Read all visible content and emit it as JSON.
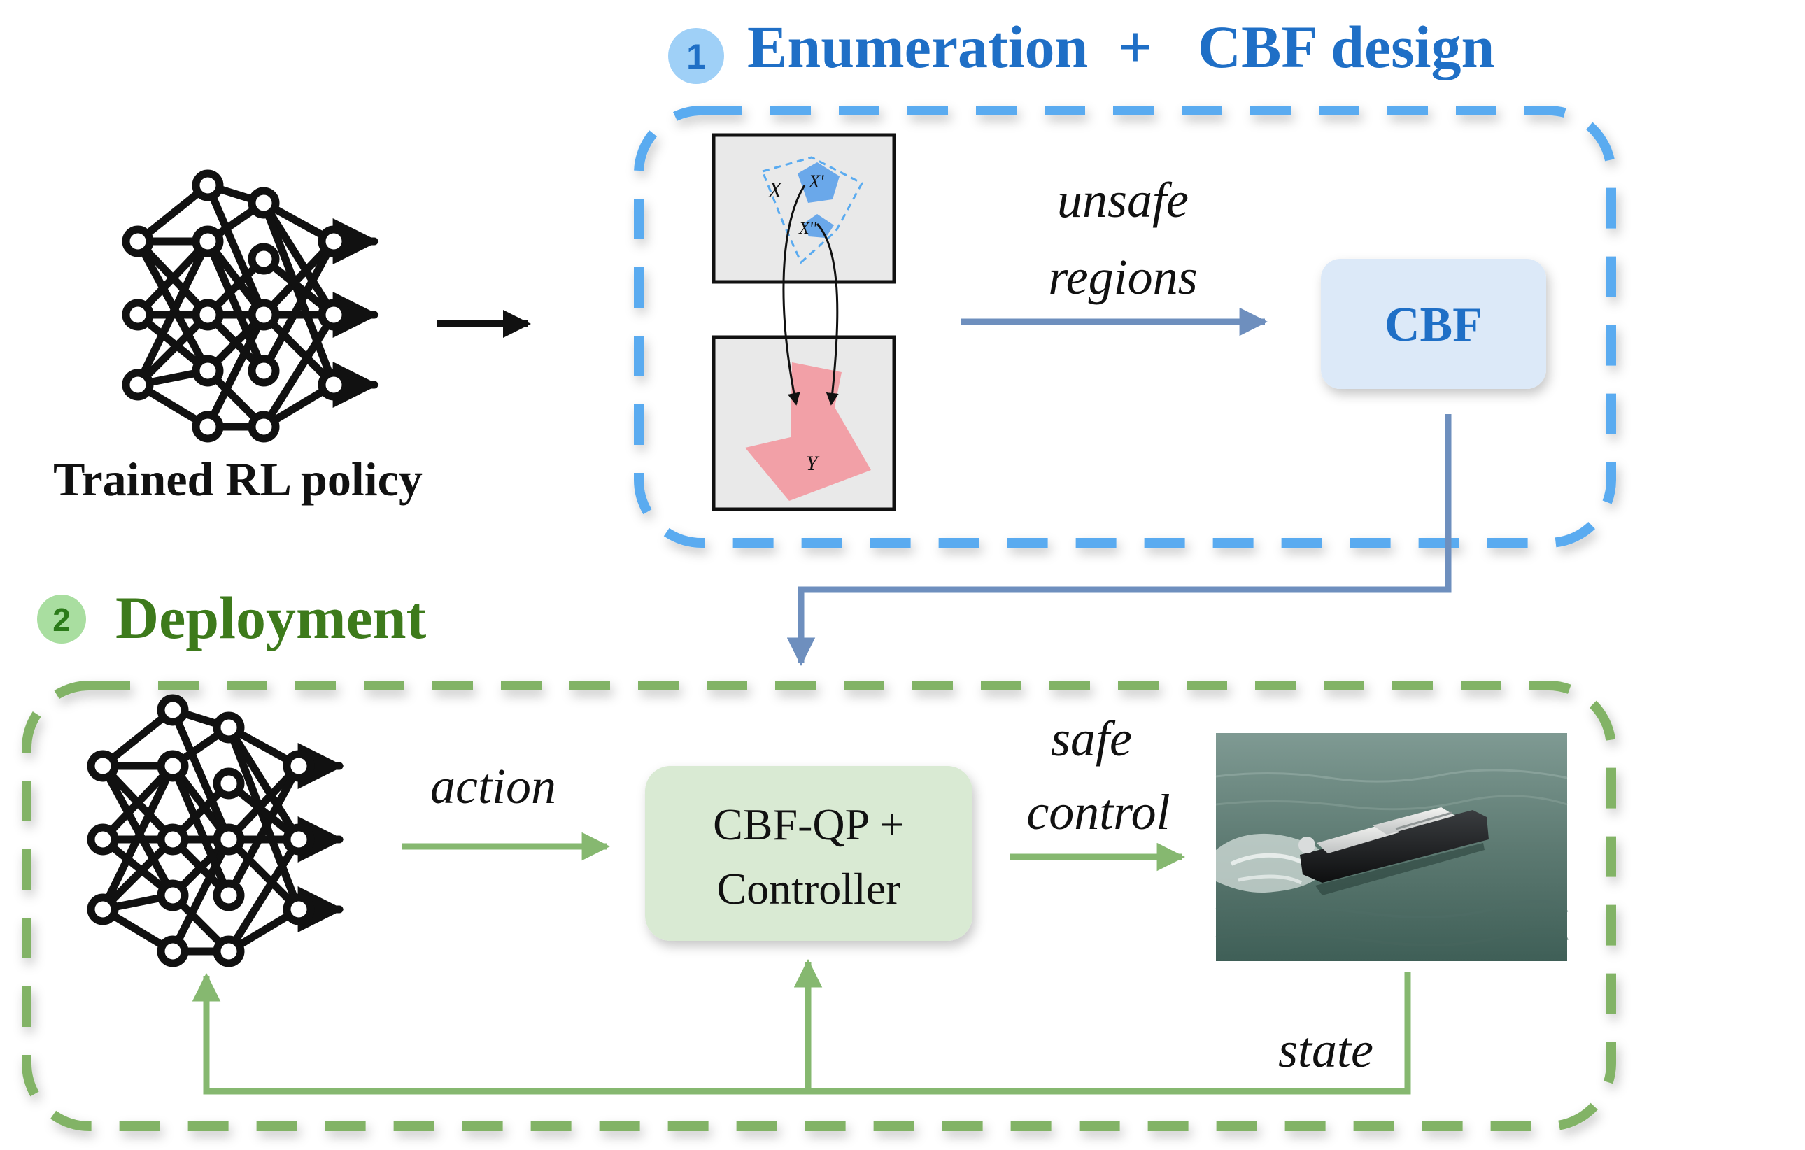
{
  "colors": {
    "blue_title": "#1f6fc6",
    "blue_dash": "#5aabf0",
    "blue_arrow": "#6e8fbe",
    "blue_box": "#dce9f8",
    "green_title": "#3d7a1b",
    "green_dash": "#82b366",
    "green_arrow": "#86b870",
    "green_box": "#d9ead3",
    "unsafe_region": "#f2a0a7",
    "cell_bg": "#e9e9e9",
    "text_dark": "#111111"
  },
  "step1": {
    "badge": "1",
    "title": "Enumeration  +   CBF design"
  },
  "step2": {
    "badge": "2",
    "title": "Deployment"
  },
  "policy": {
    "label": "Trained RL policy",
    "icon": "neural-network-icon"
  },
  "enumeration": {
    "input_set_label": "X",
    "sub_region_1_label": "X'",
    "sub_region_2_label": "X''",
    "output_set_label": "Y"
  },
  "labels": {
    "unsafe_line1": "unsafe",
    "unsafe_line2": "regions",
    "cbf": "CBF",
    "action": "action",
    "safe_line1": "safe",
    "safe_line2": "control",
    "state": "state",
    "controller_line1": "CBF-QP +",
    "controller_line2": "Controller"
  },
  "photo": {
    "subject": "autonomous-surface-vessel-on-water"
  }
}
